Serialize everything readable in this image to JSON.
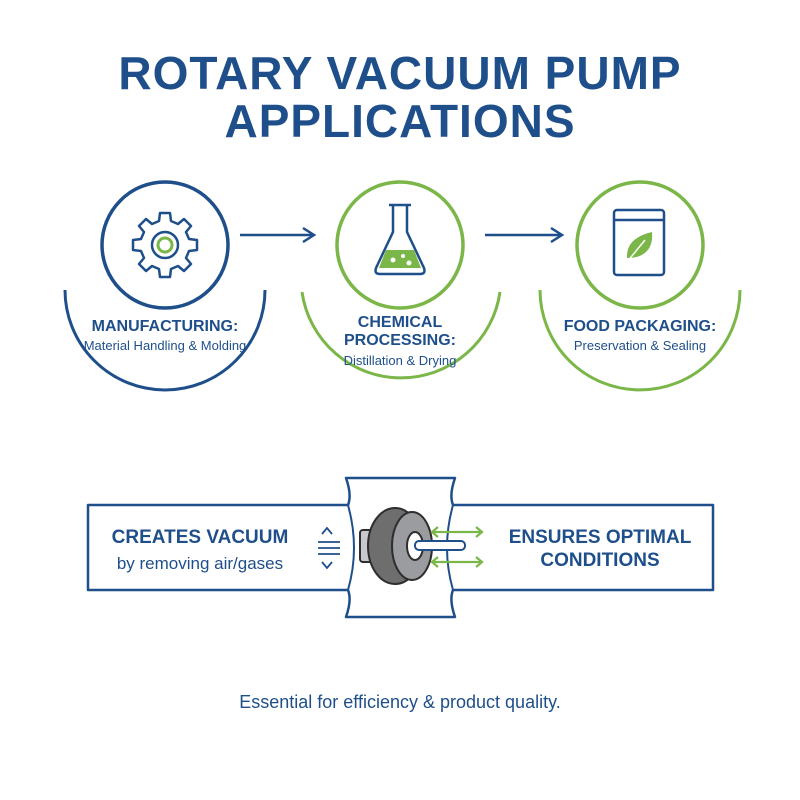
{
  "title": {
    "line1": "ROTARY VACUUM PUMP",
    "line2": "APPLICATIONS"
  },
  "applications": [
    {
      "heading": "MANUFACTURING:",
      "subheading": "Material Handling & Molding",
      "icon": "gear-icon",
      "color": "#1f4f8b"
    },
    {
      "heading_line1": "CHEMICAL",
      "heading_line2": "PROCESSING:",
      "subheading": "Distillation & Drying",
      "icon": "flask-icon",
      "color": "#7ab648"
    },
    {
      "heading": "FOOD PACKAGING:",
      "subheading": "Preservation & Sealing",
      "icon": "food-bag-icon",
      "color": "#7ab648"
    }
  ],
  "pump_panel": {
    "left": {
      "heading": "CREATES VACUUM",
      "subheading": "by removing air/gases"
    },
    "right": {
      "heading_line1": "ENSURES OPTIMAL",
      "heading_line2": "CONDITIONS"
    },
    "icon": "rotary-pump-icon"
  },
  "footer": "Essential for efficiency & product quality.",
  "colors": {
    "navy": "#1f4f8b",
    "green": "#7ab648",
    "gray": "#6e6e6e"
  }
}
